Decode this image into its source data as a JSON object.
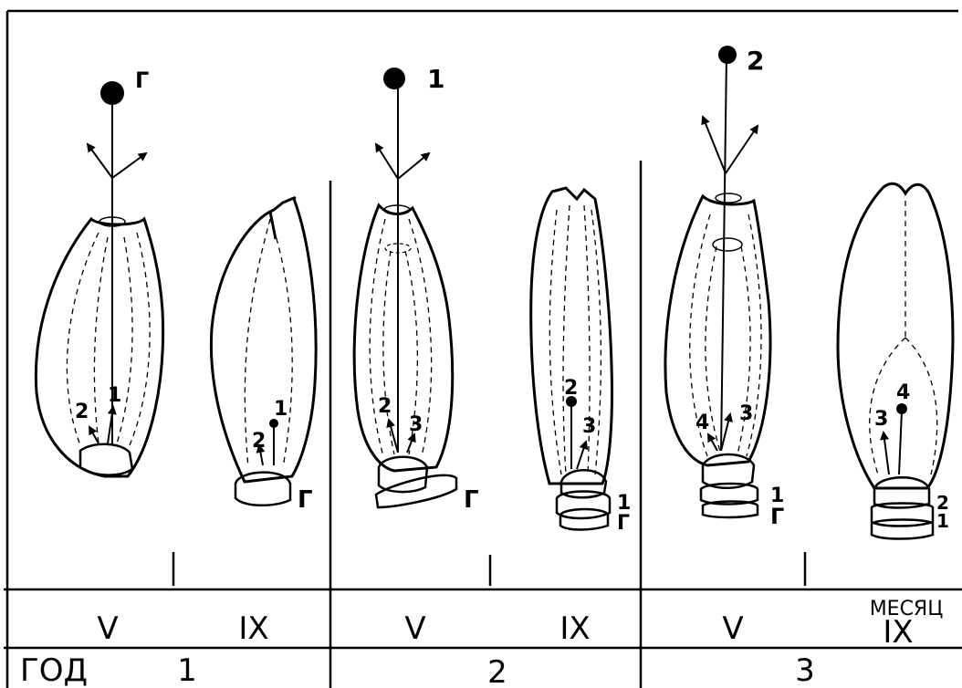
{
  "stages": [
    {
      "top_label": "Г",
      "bud_labels": [
        "1",
        "2"
      ],
      "base_labels": []
    },
    {
      "bud_labels": [
        "1",
        "2"
      ],
      "base_labels": [
        "Г"
      ]
    },
    {
      "top_label": "1",
      "bud_labels": [
        "2",
        "3"
      ],
      "base_labels": [
        "Г"
      ]
    },
    {
      "bud_labels": [
        "2",
        "3"
      ],
      "base_labels": [
        "1",
        "Г"
      ]
    },
    {
      "top_label": "2",
      "bud_labels": [
        "4",
        "3"
      ],
      "base_labels": [
        "1",
        "Г"
      ]
    },
    {
      "bud_labels": [
        "4",
        "3"
      ],
      "base_labels": [
        "2",
        "1"
      ]
    }
  ],
  "months": [
    "V",
    "IX",
    "V",
    "IX",
    "V",
    "IX"
  ],
  "month_header": "МЕСЯЦ",
  "year_header": "ГОД",
  "years": [
    "1",
    "2",
    "3"
  ]
}
